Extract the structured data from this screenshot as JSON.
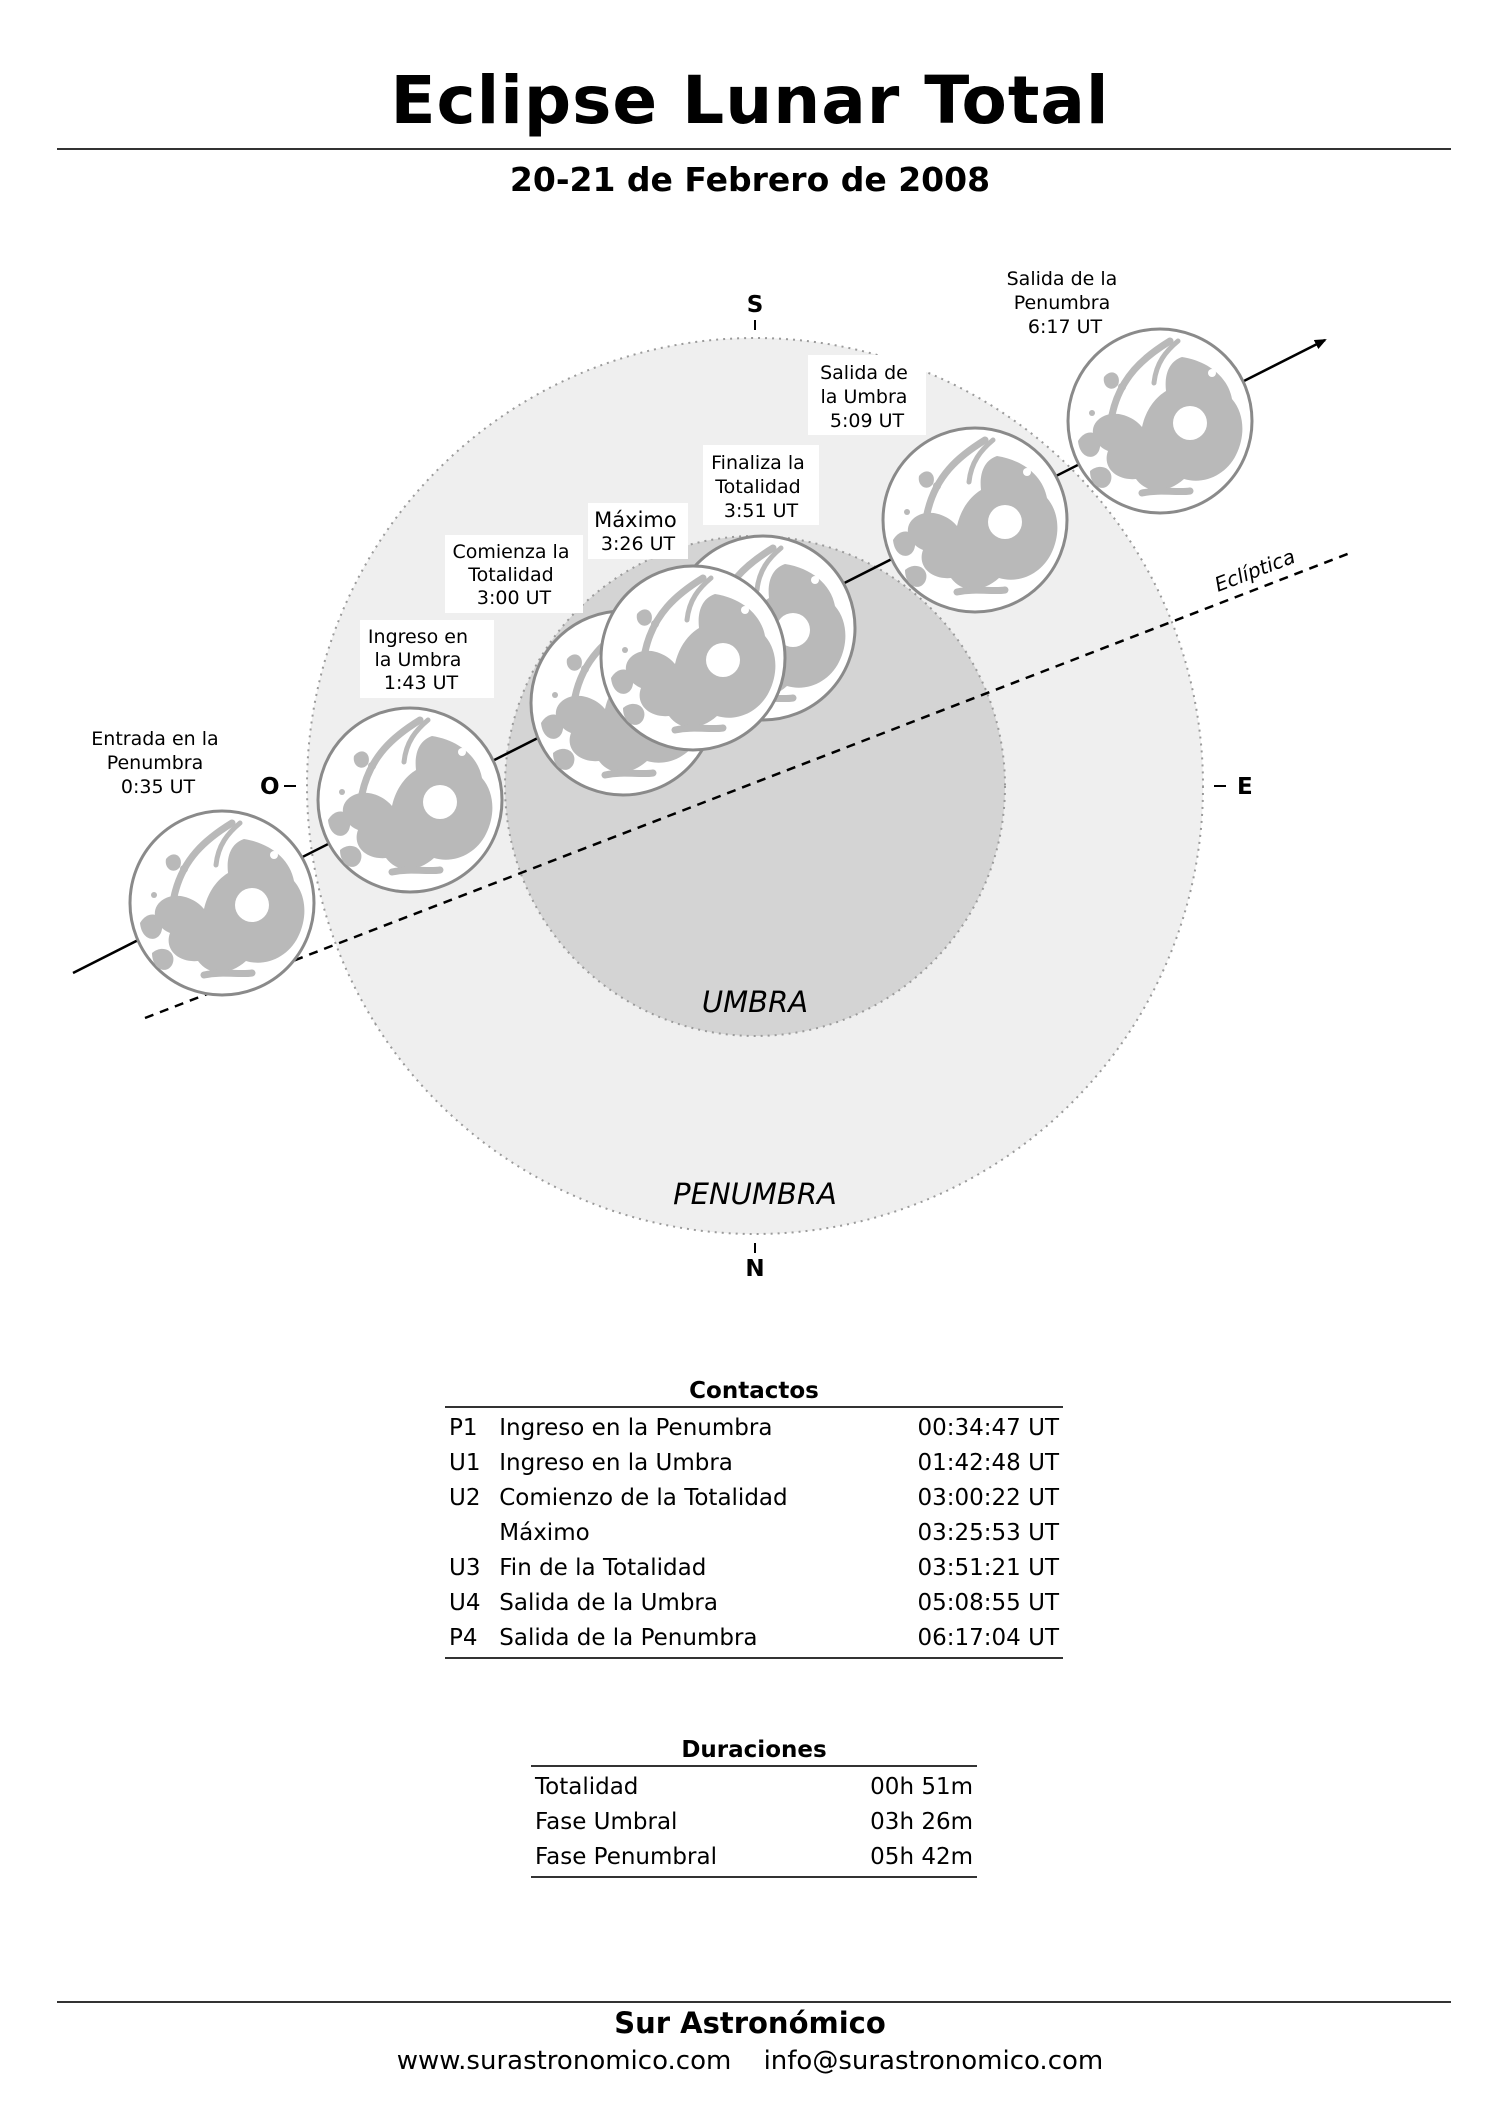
{
  "header": {
    "title": "Eclipse Lunar Total",
    "subtitle": "20-21 de Febrero de 2008"
  },
  "diagram": {
    "directions": {
      "south": "S",
      "north": "N",
      "east": "E",
      "west": "O"
    },
    "umbra_label": "UMBRA",
    "penumbra_label": "PENUMBRA",
    "ecliptic_label": "Eclíptica",
    "colors": {
      "penumbra": "#efefef",
      "umbra": "#d4d4d4",
      "maria": "#b9b9b9",
      "moon": "#ffffff",
      "outline": "#8a8a8a"
    },
    "events": [
      {
        "lines": [
          "Entrada en la",
          "Penumbra",
          "0:35 UT"
        ]
      },
      {
        "lines": [
          "Ingreso en",
          "la Umbra",
          "1:43 UT"
        ]
      },
      {
        "lines": [
          "Comienza la",
          "Totalidad",
          "3:00 UT"
        ]
      },
      {
        "lines": [
          "Máximo",
          "3:26 UT"
        ]
      },
      {
        "lines": [
          "Finaliza la",
          "Totalidad",
          "3:51 UT"
        ]
      },
      {
        "lines": [
          "Salida de",
          "la Umbra",
          "5:09 UT"
        ]
      },
      {
        "lines": [
          "Salida de la",
          "Penumbra",
          "6:17 UT"
        ]
      }
    ]
  },
  "contacts": {
    "title": "Contactos",
    "rows": [
      {
        "code": "P1",
        "event": "Ingreso en la Penumbra",
        "time": "00:34:47 UT"
      },
      {
        "code": "U1",
        "event": "Ingreso en la Umbra",
        "time": "01:42:48 UT"
      },
      {
        "code": "U2",
        "event": "Comienzo de la Totalidad",
        "time": "03:00:22 UT"
      },
      {
        "code": "",
        "event": "Máximo",
        "time": "03:25:53 UT"
      },
      {
        "code": "U3",
        "event": "Fin de la Totalidad",
        "time": "03:51:21 UT"
      },
      {
        "code": "U4",
        "event": "Salida de la Umbra",
        "time": "05:08:55 UT"
      },
      {
        "code": "P4",
        "event": "Salida de la Penumbra",
        "time": "06:17:04 UT"
      }
    ]
  },
  "durations": {
    "title": "Duraciones",
    "rows": [
      {
        "phase": "Totalidad",
        "value": "00h 51m"
      },
      {
        "phase": "Fase Umbral",
        "value": "03h 26m"
      },
      {
        "phase": "Fase Penumbral",
        "value": "05h 42m"
      }
    ]
  },
  "footer": {
    "title": "Sur Astronómico",
    "website": "www.surastronomico.com",
    "email": "info@surastronomico.com"
  }
}
